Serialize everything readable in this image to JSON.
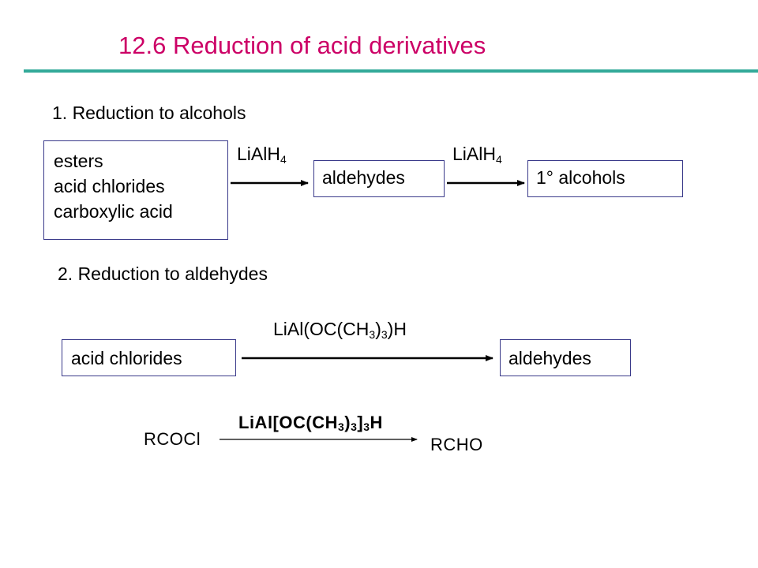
{
  "title": "12.6  Reduction of acid derivatives",
  "section1": {
    "heading": "1. Reduction to alcohols",
    "reactants": [
      "esters",
      "acid chlorides",
      "carboxylic acid"
    ],
    "reagent_1": {
      "main": "LiAlH",
      "sub": "4"
    },
    "intermediate": "aldehydes",
    "reagent_2": {
      "main": "LiAlH",
      "sub": "4"
    },
    "product": "1° alcohols"
  },
  "section2": {
    "heading": "2. Reduction to aldehydes",
    "reactant": "acid chlorides",
    "reagent": {
      "part1": "LiAl(OC(CH",
      "sub1": "3",
      "part2": ")",
      "sub2": "3",
      "part3": ")H"
    },
    "product": "aldehydes"
  },
  "handwritten": {
    "reactant": "RCOCl",
    "reagent": {
      "part1": "LiAl[OC(CH",
      "sub1": "3",
      "part2": ")",
      "sub2": "3",
      "part3": "]",
      "sub3": "3",
      "part4": "H"
    },
    "product": "RCHO"
  },
  "colors": {
    "title": "#cc0066",
    "title_rule": "#33aa99",
    "box_border": "#3a3a8a"
  }
}
